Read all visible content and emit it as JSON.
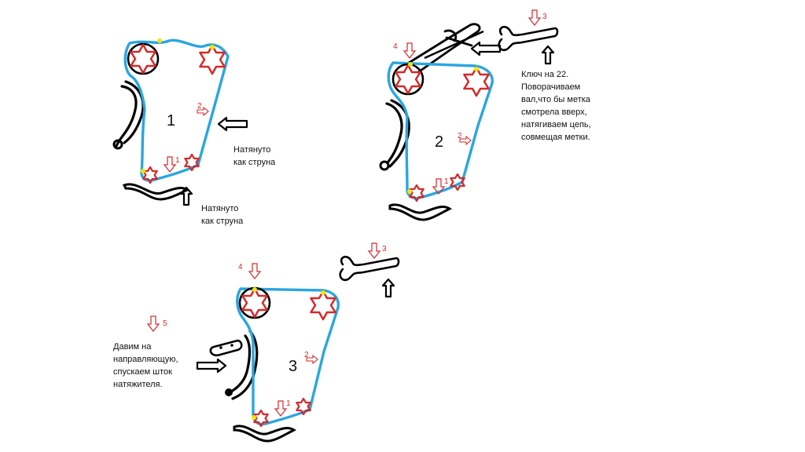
{
  "diagram_1": {
    "number": "1",
    "note_side": "Натянуто\nкак струна",
    "note_bottom": "Натянуто\nкак струна",
    "red_marks": {
      "side": "2",
      "bottom": "1"
    }
  },
  "diagram_2": {
    "number": "2",
    "note": "Ключ на 22.\nПоворачиваем\nвал,что бы метка\nсмотрела вверх,\nнатягиваем цепь,\nсовмещая метки.",
    "red_marks": {
      "top": "4",
      "wrench": "3",
      "side": "2",
      "bottom": "1"
    }
  },
  "diagram_3": {
    "number": "3",
    "note": "Давим на\nнаправляющую,\nспускаем шток\nнатяжителя.",
    "red_marks": {
      "top": "4",
      "wrench": "3",
      "guide": "5",
      "side": "2",
      "bottom": "1"
    }
  },
  "colors": {
    "chain": "#2aa6df",
    "sprocket": "#d42a2a",
    "mark": "#f2e600",
    "outline": "#000000",
    "red_arrow": "#d42a2a"
  }
}
